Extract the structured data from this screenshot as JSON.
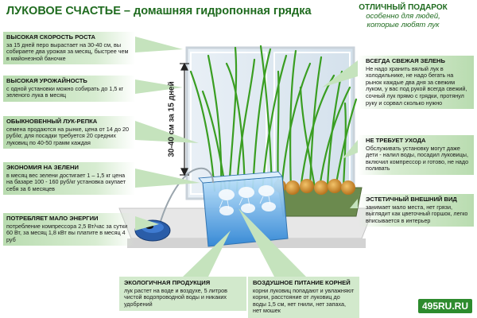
{
  "title": {
    "main": "ЛУКОВОЕ СЧАСТЬЕ – домашняя гидропонная грядка"
  },
  "gift": {
    "heading": "ОТЛИЧНЫЙ ПОДАРОК",
    "line1": "особенно для людей,",
    "line2": "которые любят лук"
  },
  "ruler": {
    "label": "30-40 см за 15 дней"
  },
  "left_boxes": [
    {
      "heading": "ВЫСОКАЯ СКОРОСТЬ РОСТА",
      "text": "за 15 дней перо вырастает на 30-40 см, вы собираете два урожая за месяц, быстрее чем в майонезной баночке"
    },
    {
      "heading": "ВЫСОКАЯ УРОЖАЙНОСТЬ",
      "text": "с одной установки можно собирать до 1,5 кг зеленого лука в месяц"
    },
    {
      "heading": "ОБЫКНОВЕННЫЙ ЛУК-РЕПКА",
      "text": "семена продаются на рынке, цена от 14 до 20 руб/кг, для посадки требуется 20 средних луковиц по 40-50 грамм каждая"
    },
    {
      "heading": "ЭКОНОМИЯ НА ЗЕЛЕНИ",
      "text": "в месяц вес зелени достигает 1 – 1,5 кг цена на базаре 100 - 160 руб/кг установка окупает себя за 6 месяцев"
    },
    {
      "heading": "ПОТРЕБЛЯЕТ МАЛО ЭНЕРГИИ",
      "text": "потребление компрессора 2,5 Вт/час за сутки 60 Вт, за месяц 1,8 кВт вы платите в месяц 4 руб"
    }
  ],
  "right_boxes": [
    {
      "heading": "ВСЕГДА СВЕЖАЯ ЗЕЛЕНЬ",
      "text": "Не надо хранить вялый лук в холодильнике, не надо бегать на рынок каждые два дня за свежим луком, у вас под рукой всегда свежий, сочный лук прямо с грядки, протянул руку и сорвал сколько нужно"
    },
    {
      "heading": "НЕ ТРЕБУЕТ УХОДА",
      "text": "Обслуживать установку могут даже дети - налил воды, посадил луковицы, включил компрессор и готово, не надо поливать"
    },
    {
      "heading": "ЭСТЕТИЧНЫЙ ВНЕШНИЙ ВИД",
      "text": "занимает мало места, нет грязи, выглядит как цветочный горшок, легко вписывается в интерьер"
    }
  ],
  "bottom_boxes": [
    {
      "heading": "ЭКОЛОГИЧНАЯ ПРОДУКЦИЯ",
      "text": "лук растет на воде и воздухе, 5 литров чистой водопроводной воды и никаких удобрений"
    },
    {
      "heading": "ВОЗДУШНОЕ ПИТАНИЕ КОРНЕЙ",
      "text": "корни луковиц попадают и увлажняют корни, расстояние от луковиц до воды 1,5 см, нет гнили, нет запаха, нет мошек"
    }
  ],
  "watermark": "495RU.RU",
  "colors": {
    "accent": "#1f6b1f",
    "box_bg": "#c5e3bd",
    "water": "#4aa3e0",
    "leaf": "#3fae2a",
    "bulb": "#d99a3a"
  }
}
